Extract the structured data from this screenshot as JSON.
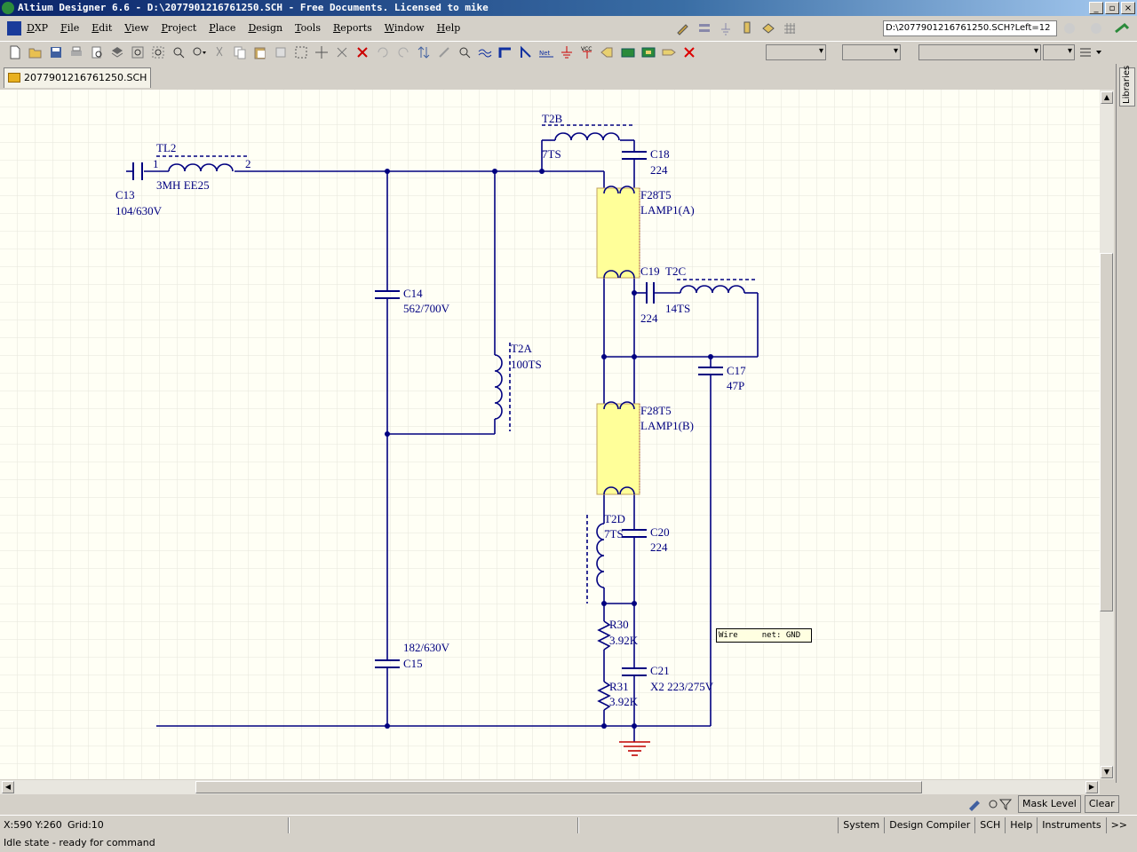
{
  "window": {
    "title": "Altium Designer 6.6 - D:\\2077901216761250.SCH - Free Documents. Licensed to mike",
    "buttons": [
      "_",
      "▫",
      "×"
    ]
  },
  "menu": {
    "items": [
      "DXP",
      "File",
      "Edit",
      "View",
      "Project",
      "Place",
      "Design",
      "Tools",
      "Reports",
      "Window",
      "Help"
    ]
  },
  "toolbar": {
    "path": "D:\\2077901216761250.SCH?Left=12"
  },
  "doc_tab": {
    "label": "2077901216761250.SCH"
  },
  "right_panel": {
    "libraries": "Libraries"
  },
  "schematic": {
    "labels": {
      "tl2": "TL2",
      "tl2_pin1": "1",
      "tl2_pin2": "2",
      "tl2_val": "3MH EE25",
      "c13": "C13",
      "c13_val": "104/630V",
      "t2b": "T2B",
      "t2b_val": "7TS",
      "c18": "C18",
      "c18_val": "224",
      "lamp_a_type": "F28T5",
      "lamp_a": "LAMP1(A)",
      "c19": "C19",
      "t2c": "T2C",
      "c19_val": "224",
      "t2c_val": "14TS",
      "c14": "C14",
      "c14_val": "562/700V",
      "t2a": "T2A",
      "t2a_val": "100TS",
      "c17": "C17",
      "c17_val": "47P",
      "lamp_b_type": "F28T5",
      "lamp_b": "LAMP1(B)",
      "t2d": "T2D",
      "t2d_val": "7TS",
      "c20": "C20",
      "c20_val": "224",
      "r30": "R30",
      "r30_val": "3.92K",
      "c21": "C21",
      "c21_val": "X2 223/275V",
      "r31": "R31",
      "r31_val": "3.92K",
      "c15_val": "182/630V",
      "c15": "C15"
    },
    "tooltip": "Wire     net: GND",
    "colors": {
      "wire": "#000080",
      "lamp_fill": "#ffff99",
      "background": "#fffff5",
      "grid": "#e6e6dc"
    }
  },
  "mask": {
    "mask_level": "Mask Level",
    "clear": "Clear"
  },
  "status": {
    "coords": "X:590 Y:260",
    "grid": "Grid:10",
    "panels": [
      "System",
      "Design Compiler",
      "SCH",
      "Help",
      "Instruments"
    ],
    "more": ">>",
    "state": "Idle state - ready for command"
  }
}
